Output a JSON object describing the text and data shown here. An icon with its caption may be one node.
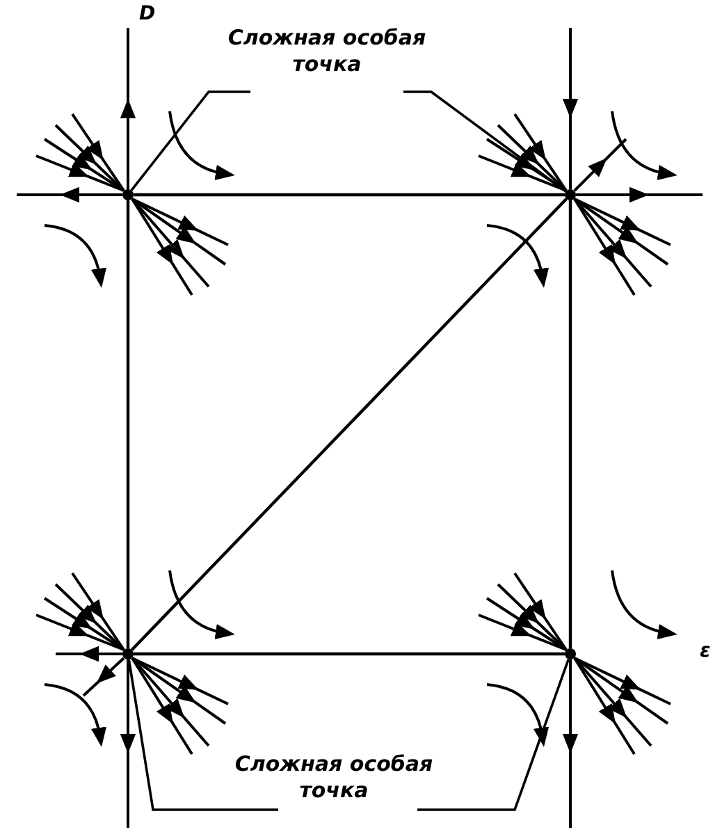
{
  "diagram": {
    "nodes": [
      {
        "text": [
          "Сложная особая точка"
        ]
      },
      {
        "text": [
          "Сложная особая точка"
        ]
      },
      {
        "text": [],
        "shape": "circle"
      },
      {
        "text": [],
        "shape": "circle"
      },
      {
        "text": [],
        "shape": "circle"
      },
      {
        "text": [],
        "shape": "circle"
      }
    ],
    "edges": [
      {
        "from": 0,
        "to": 2,
        "arrow": "none"
      },
      {
        "from": 0,
        "to": 3,
        "arrow": "none"
      },
      {
        "from": 1,
        "to": 4,
        "arrow": "none"
      },
      {
        "from": 1,
        "to": 5,
        "arrow": "none"
      },
      {
        "from": 2,
        "to": 3,
        "arrow": "none"
      },
      {
        "from": 4,
        "to": 5,
        "arrow": "none"
      },
      {
        "from": 2,
        "to": 4,
        "arrow": "none"
      },
      {
        "from": 3,
        "to": 5,
        "arrow": "none"
      },
      {
        "from": 4,
        "to": 3,
        "arrow": "none"
      }
    ],
    "labels": [
      "D",
      "ε"
    ]
  }
}
